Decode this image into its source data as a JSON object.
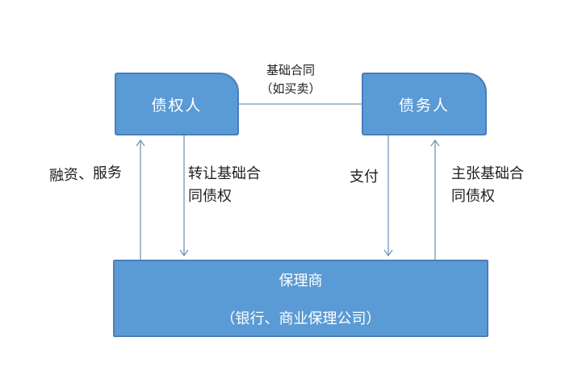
{
  "diagram": {
    "type": "flow-diagram",
    "topic": "factoring-business-structure",
    "background_color": "#ffffff",
    "nodes": {
      "creditor": {
        "label": "债权人"
      },
      "debtor": {
        "label": "债务人"
      },
      "factor": {
        "label": "保理商",
        "sublabel": "（银行、商业保理公司）"
      }
    },
    "edges": {
      "basic_contract": {
        "from": "creditor",
        "to": "debtor",
        "style": "plain-line",
        "label_line1": "基础合同",
        "label_line2": "（如买卖）"
      },
      "financing": {
        "from": "factor",
        "to": "creditor",
        "style": "arrow-up",
        "label": "融资、服务"
      },
      "transfer": {
        "from": "creditor",
        "to": "factor",
        "style": "arrow-down",
        "label": "转让基础合同债权"
      },
      "pay": {
        "from": "debtor",
        "to": "factor",
        "style": "arrow-down",
        "label": "支付"
      },
      "claim": {
        "from": "factor",
        "to": "debtor",
        "style": "arrow-up",
        "label": "主张基础合同债权"
      }
    },
    "colors": {
      "node_fill": "#5b9bd5",
      "node_border": "#4a7ebb",
      "node_text": "#ffffff",
      "connector": "#7395b5",
      "label_text": "#1f1f1f"
    }
  }
}
